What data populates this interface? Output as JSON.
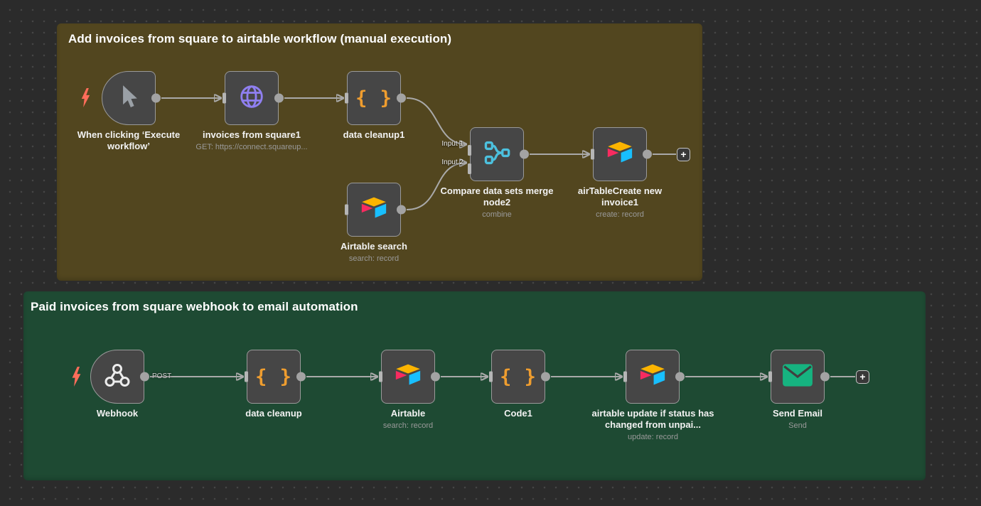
{
  "colors": {
    "canvas_bg": "#2b2b2b",
    "canvas_dot": "#454545",
    "sticky_olive": "#52461f",
    "sticky_green": "#1e4a33",
    "node_bg": "#464646",
    "node_border": "#9a9a9a",
    "wire": "#a9a9a9",
    "code_icon": "#ef9d2f",
    "globe_icon": "#8f7ff0",
    "merge_icon": "#4cc0de",
    "email_icon": "#16b380",
    "airtable_yellow": "#fcb400",
    "airtable_pink": "#f82b60",
    "airtable_cyan": "#18bfff",
    "bolt": "#ff6d5a"
  },
  "workflow_groups": [
    {
      "title": "Add invoices from square to airtable workflow (manual execution)",
      "add_button": "+",
      "nodes": [
        {
          "label": "When clicking ‘Execute workflow’",
          "icon": "cursor"
        },
        {
          "label": "invoices from square1",
          "subtitle": "GET: https://connect.squareup...",
          "icon": "globe"
        },
        {
          "label": "data cleanup1",
          "icon": "code-braces",
          "icon_glyph": "{ }"
        },
        {
          "label": "Airtable search",
          "subtitle": "search: record",
          "icon": "airtable"
        },
        {
          "label": "Compare data sets merge node2",
          "subtitle": "combine",
          "icon": "merge",
          "input_labels": [
            "Input 1",
            "Input 2"
          ]
        },
        {
          "label": "airTableCreate new invoice1",
          "subtitle": "create: record",
          "icon": "airtable"
        }
      ]
    },
    {
      "title": "Paid invoices from square webhook to email automation",
      "add_button": "+",
      "connection_label": "POST",
      "nodes": [
        {
          "label": "Webhook",
          "icon": "webhook"
        },
        {
          "label": "data cleanup",
          "icon": "code-braces",
          "icon_glyph": "{ }"
        },
        {
          "label": "Airtable",
          "subtitle": "search: record",
          "icon": "airtable"
        },
        {
          "label": "Code1",
          "icon": "code-braces",
          "icon_glyph": "{ }"
        },
        {
          "label": "airtable update if status has changed from unpai...",
          "subtitle": "update: record",
          "icon": "airtable"
        },
        {
          "label": "Send Email",
          "subtitle": "Send",
          "icon": "email"
        }
      ]
    }
  ]
}
